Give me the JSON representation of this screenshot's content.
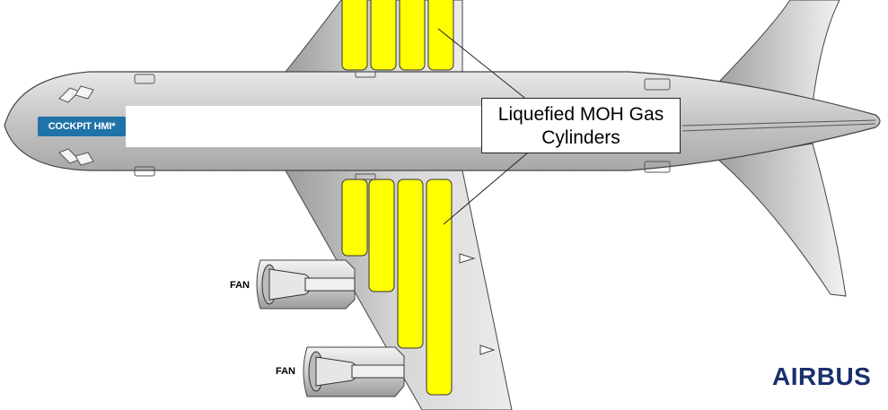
{
  "callout": {
    "line1": "Liquefied MOH Gas",
    "line2": "Cylinders"
  },
  "cockpit_badge": "COCKPIT HMI*",
  "engines": [
    {
      "label": "FAN"
    },
    {
      "label": "FAN"
    }
  ],
  "brand": "AIRBUS",
  "colors": {
    "fuselage": "#c9c9c9",
    "cylinder": "#ffff00",
    "badge": "#1f73a8",
    "brand": "#1b2f6e"
  }
}
